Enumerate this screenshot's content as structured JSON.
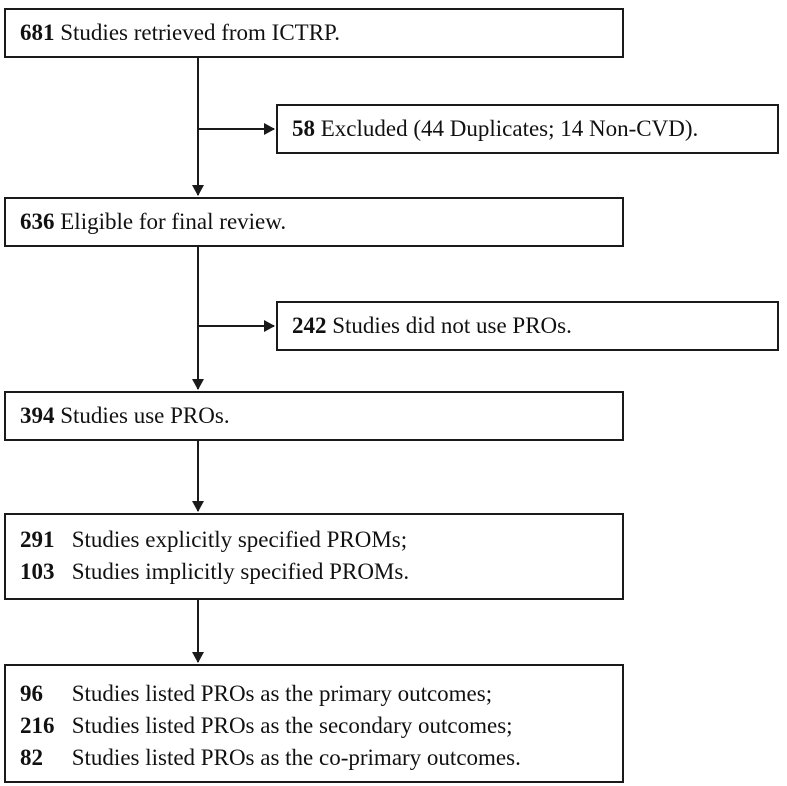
{
  "boxes": {
    "retrieved": {
      "lines": [
        {
          "num": "681",
          "text": "Studies retrieved from ICTRP."
        }
      ]
    },
    "excluded": {
      "lines": [
        {
          "num": "58",
          "text": "Excluded (44 Duplicates; 14 Non-CVD)."
        }
      ]
    },
    "eligible": {
      "lines": [
        {
          "num": "636",
          "text": "Eligible for final review."
        }
      ]
    },
    "no_pros": {
      "lines": [
        {
          "num": "242",
          "text": "Studies did not use PROs."
        }
      ]
    },
    "use_pros": {
      "lines": [
        {
          "num": "394",
          "text": "Studies use PROs."
        }
      ]
    },
    "proms": {
      "lines": [
        {
          "num": "291",
          "text": "Studies explicitly specified PROMs;"
        },
        {
          "num": "103",
          "text": "Studies implicitly specified PROMs."
        }
      ]
    },
    "outcomes": {
      "lines": [
        {
          "num": "96",
          "text": "Studies listed PROs as the primary outcomes;"
        },
        {
          "num": "216",
          "text": "Studies listed PROs as the secondary outcomes;"
        },
        {
          "num": "82",
          "text": "Studies listed PROs as the co-primary outcomes."
        }
      ]
    }
  },
  "colors": {
    "line": "#1a1a1a",
    "background": "#ffffff"
  }
}
